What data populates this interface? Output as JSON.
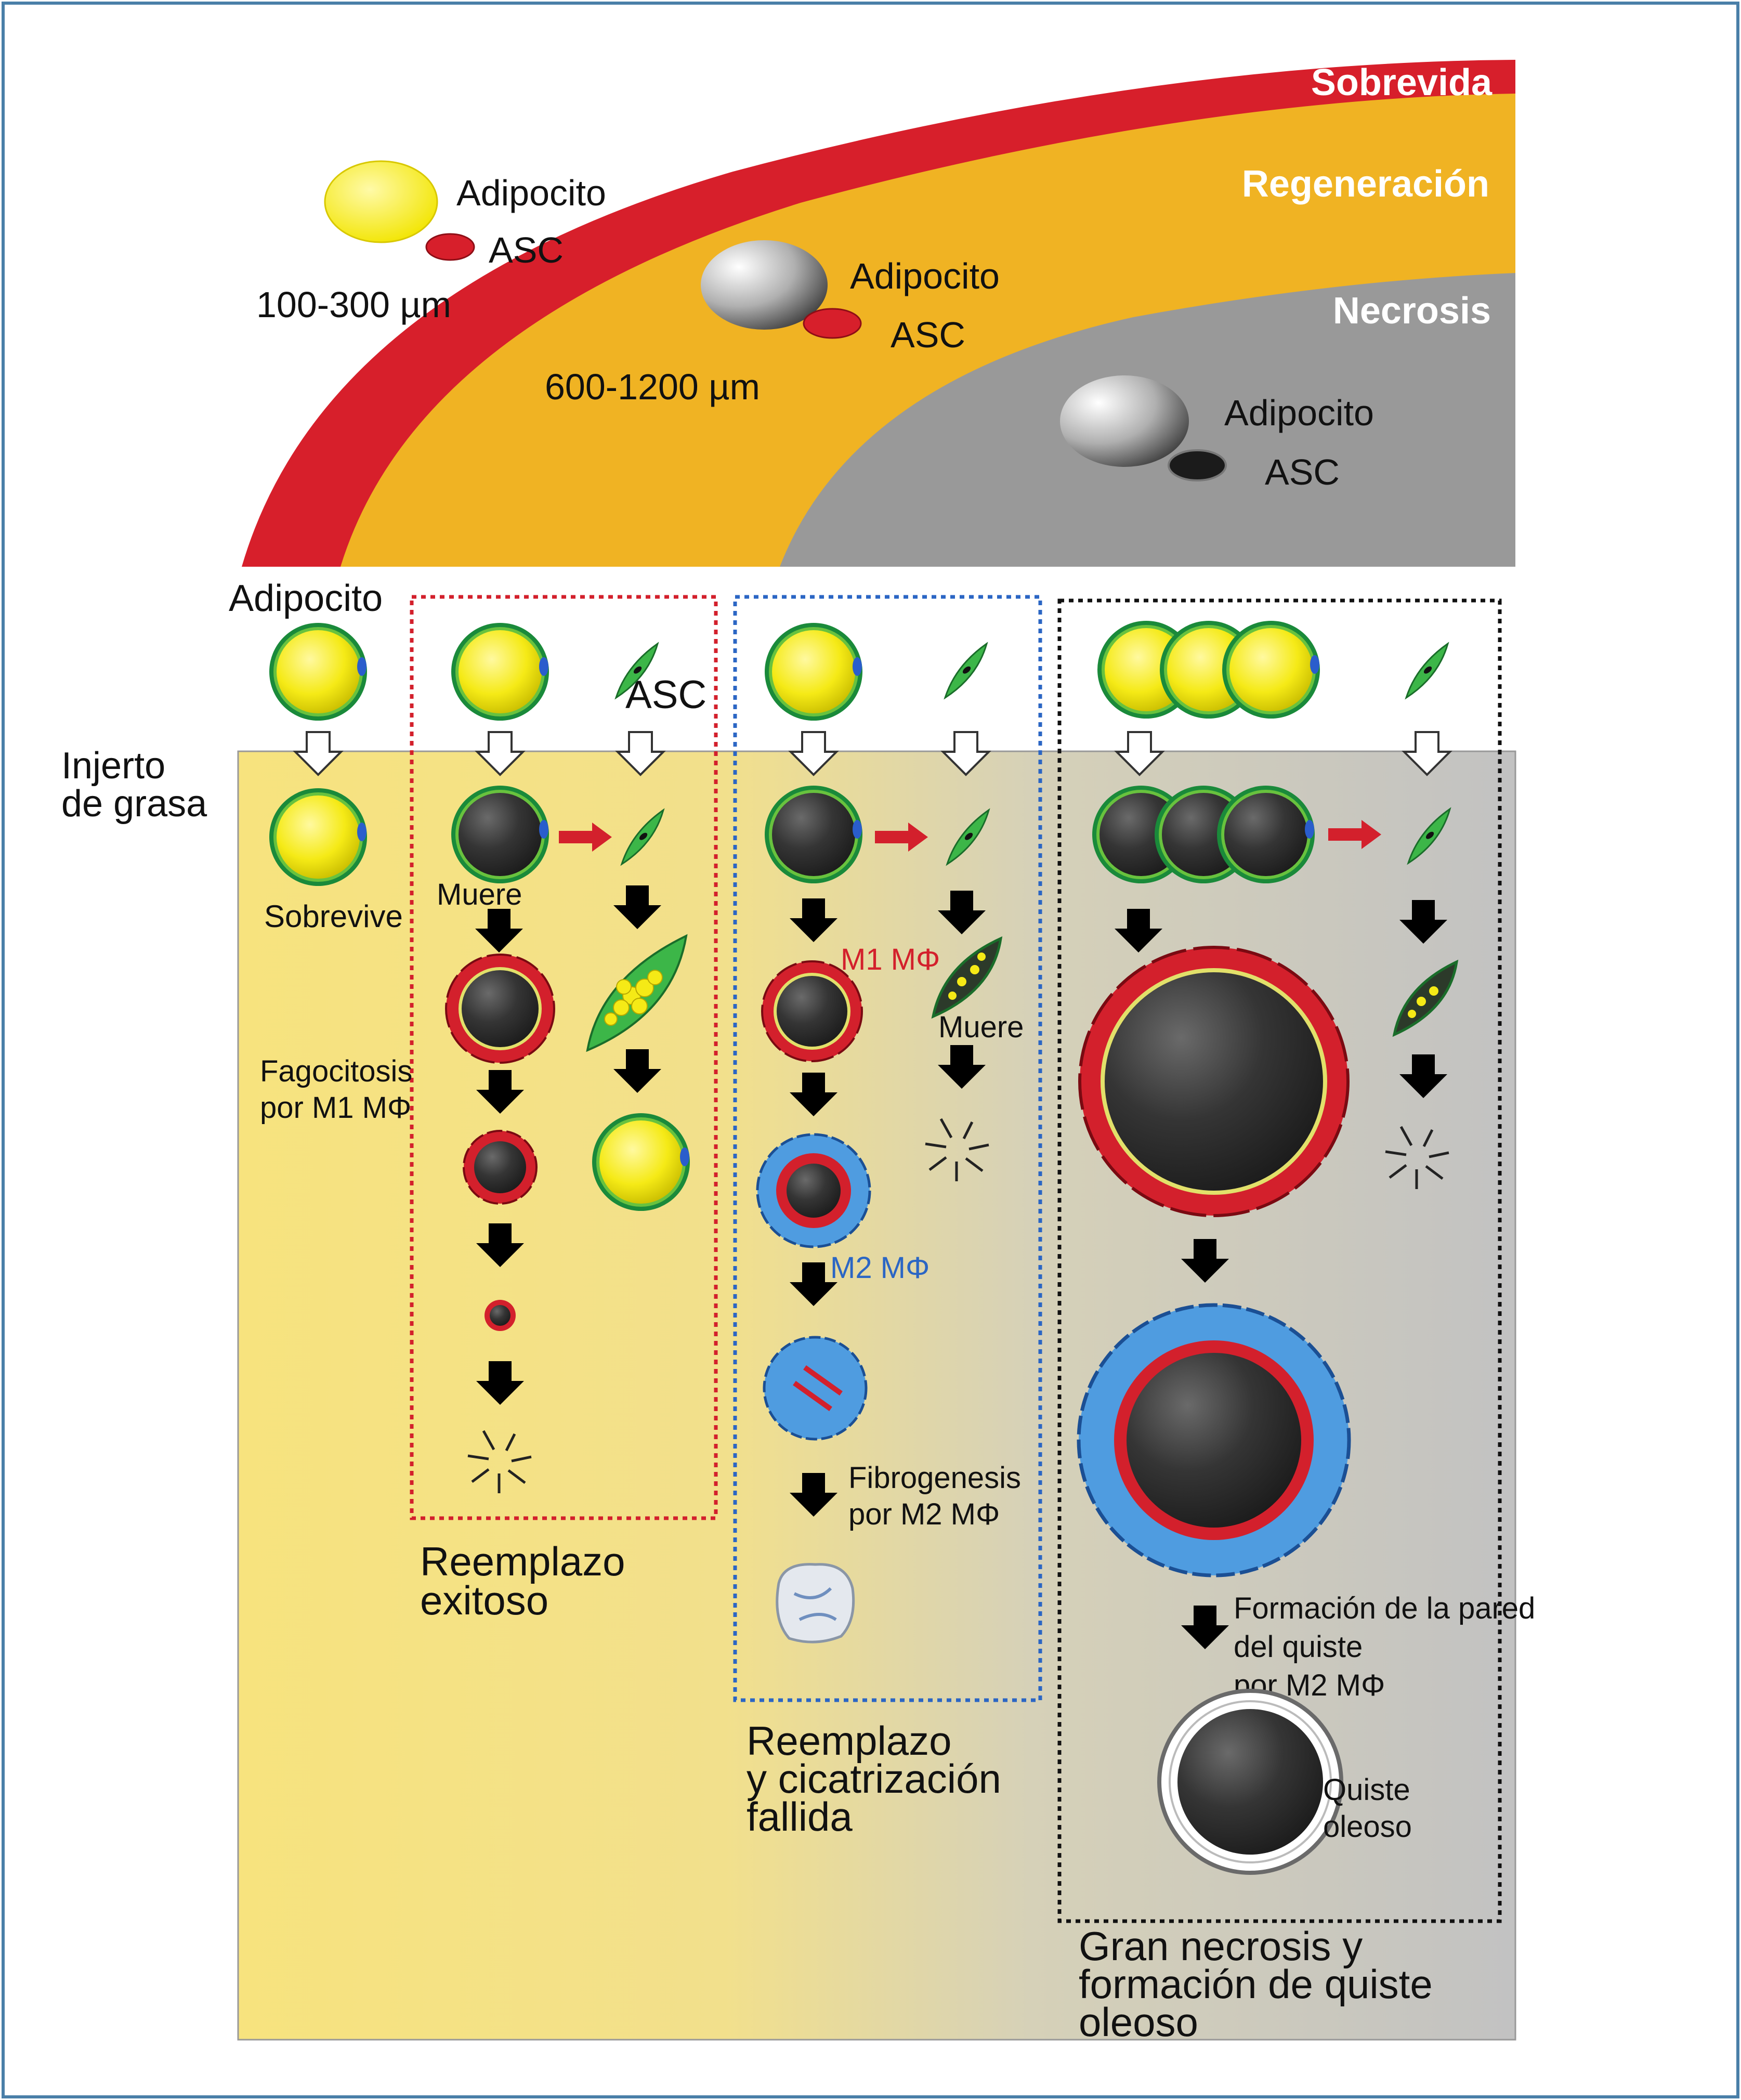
{
  "zones": {
    "survival": "Sobrevida",
    "regeneration": "Regeneración",
    "necrosis": "Necrosis"
  },
  "zone_cells": {
    "survival_adipocyte": "Adipocito",
    "survival_asc": "ASC",
    "survival_size": "100-300 µm",
    "regen_adipocyte": "Adipocito",
    "regen_asc": "ASC",
    "regen_size": "600-1200 µm",
    "necrosis_adipocyte": "Adipocito",
    "necrosis_asc": "ASC"
  },
  "row_labels": {
    "adipocyte": "Adipocito",
    "asc": "ASC",
    "graft_line1": "Injerto",
    "graft_line2": "de grasa"
  },
  "col1": {
    "survives": "Sobrevive"
  },
  "col2": {
    "dies": "Muere",
    "phago_line1": "Fagocitosis",
    "phago_line2": "por M1 MΦ",
    "caption_line1": "Reemplazo",
    "caption_line2": "exitoso"
  },
  "col3": {
    "m1": "M1 MΦ",
    "dies": "Muere",
    "m2": "M2 MΦ",
    "fibro_line1": "Fibrogenesis",
    "fibro_line2": "por M2 MΦ",
    "caption_line1": "Reemplazo",
    "caption_line2": "y cicatrización",
    "caption_line3": "fallida"
  },
  "col4": {
    "wall_line1": "Formación de la pared",
    "wall_line2": "del quiste",
    "wall_line3": "por M2 MΦ",
    "cyst_line1": "Quiste",
    "cyst_line2": "oleoso",
    "caption_line1": "Gran necrosis y",
    "caption_line2": "formación de quiste",
    "caption_line3": "oleoso"
  },
  "colors": {
    "survival": "#d71f2b",
    "regeneration": "#f0b323",
    "necrosis": "#999999",
    "adipocyte": "#f5ea16",
    "dead_cell": "#333333",
    "m1": "#d3202c",
    "m2": "#4f9ce0",
    "asc": "#3cb648"
  }
}
